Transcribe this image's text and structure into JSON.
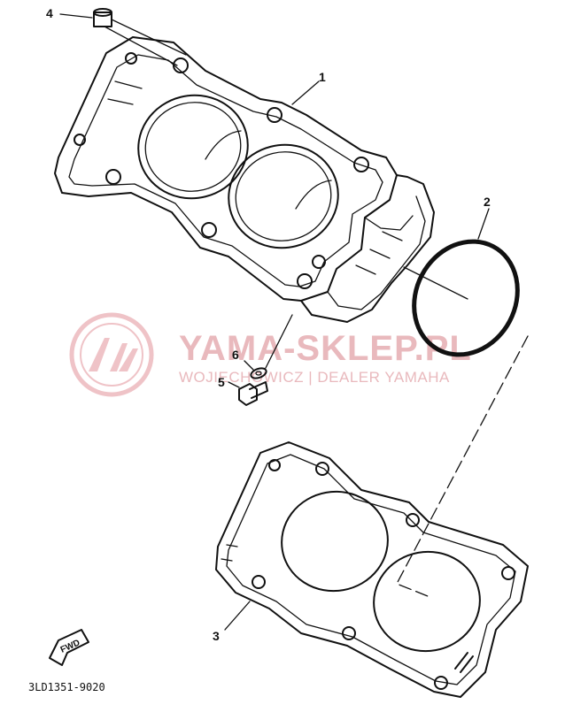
{
  "callouts": [
    {
      "number": "4",
      "part": "dowel pin"
    },
    {
      "number": "1",
      "part": "cylinder"
    },
    {
      "number": "2",
      "part": "o-ring"
    },
    {
      "number": "6",
      "part": "washer"
    },
    {
      "number": "5",
      "part": "bolt"
    },
    {
      "number": "3",
      "part": "cylinder base gasket"
    }
  ],
  "watermark": {
    "title": "YAMA-SKLEP.PL",
    "subtitle": "WOJIECHOWICZ | DEALER YAMAHA",
    "color": "#e9b9bd"
  },
  "direction_tag": "FWD",
  "diagram_code": "3LD1351-9020"
}
